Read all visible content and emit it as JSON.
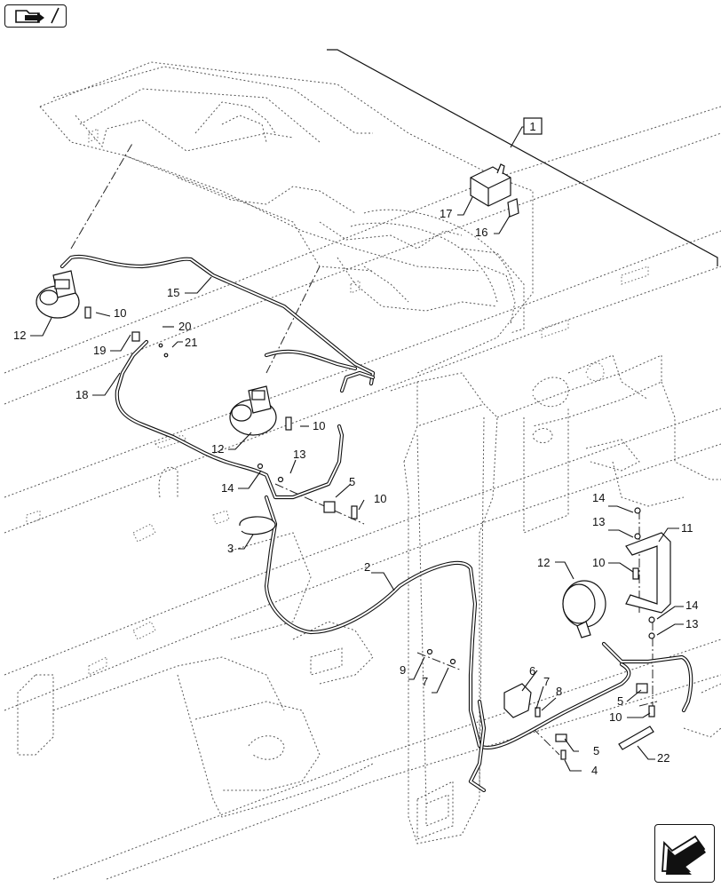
{
  "top_nav_icon": "folder-arrow-icon",
  "bottom_nav_icon": "arrow-down-left-icon",
  "group_callout": "1",
  "callouts": {
    "c2": "2",
    "c3": "3",
    "c4": "4",
    "c5a": "5",
    "c5b": "5",
    "c5c": "5",
    "c6": "6",
    "c7a": "7",
    "c7b": "7",
    "c8": "8",
    "c9": "9",
    "c10a": "10",
    "c10b": "10",
    "c10c": "10",
    "c10d": "10",
    "c10e": "10",
    "c11": "11",
    "c12a": "12",
    "c12b": "12",
    "c12c": "12",
    "c13a": "13",
    "c13b": "13",
    "c13c": "13",
    "c14a": "14",
    "c14b": "14",
    "c14c": "14",
    "c15": "15",
    "c16": "16",
    "c17": "17",
    "c18": "18",
    "c19": "19",
    "c20": "20",
    "c21": "21",
    "c22": "22"
  },
  "colors": {
    "line": "#111111",
    "dotted": "#555555",
    "background": "#ffffff"
  }
}
